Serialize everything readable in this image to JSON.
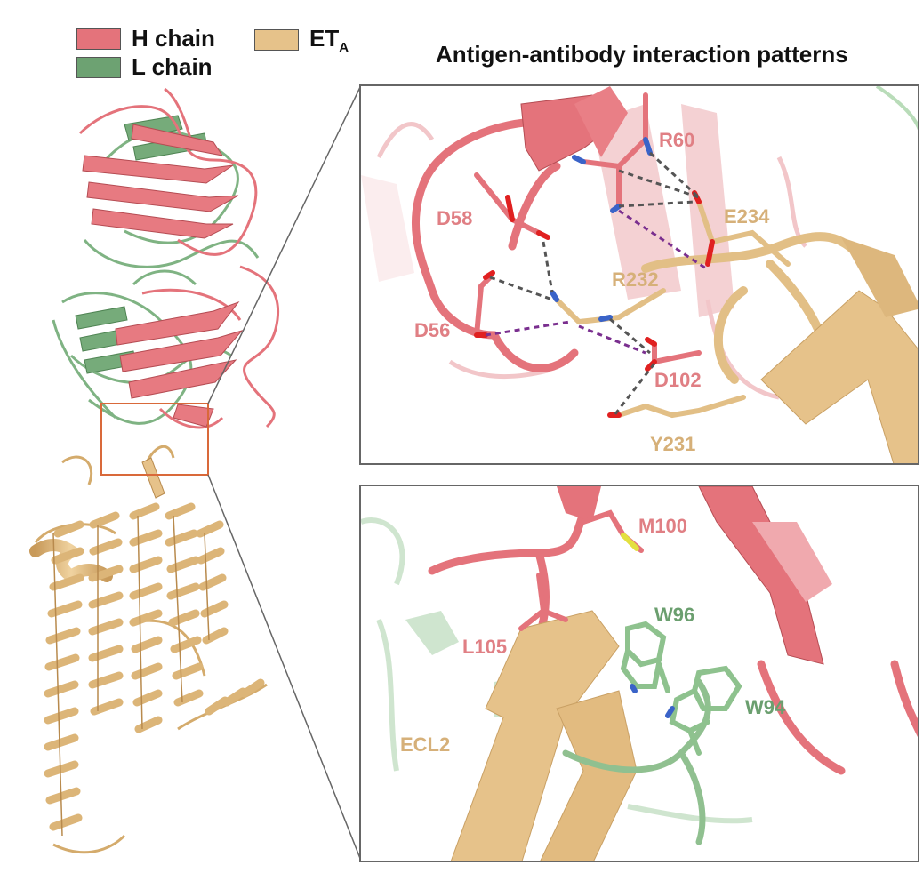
{
  "legend": {
    "h_chain": {
      "label": "H chain",
      "color": "#e4737b"
    },
    "l_chain": {
      "label": "L chain",
      "color": "#6da272"
    },
    "et_a": {
      "label_main": "ET",
      "label_sub": "A",
      "color": "#e6c28a"
    }
  },
  "title": "Antigen-antibody interaction patterns",
  "top_panel": {
    "residues": {
      "r60": "R60",
      "d58": "D58",
      "e234": "E234",
      "r232": "R232",
      "d56": "D56",
      "d102": "D102",
      "y231": "Y231"
    }
  },
  "bottom_panel": {
    "residues": {
      "m100": "M100",
      "w96": "W96",
      "l105": "L105",
      "w94": "W94",
      "ecl2": "ECL2"
    }
  },
  "colors": {
    "h_chain": "#e4737b",
    "l_chain": "#6da272",
    "et_a": "#e6c28a",
    "hbond": "#555555",
    "salt_bridge": "#7a2f8f",
    "box": "#d9693a"
  }
}
